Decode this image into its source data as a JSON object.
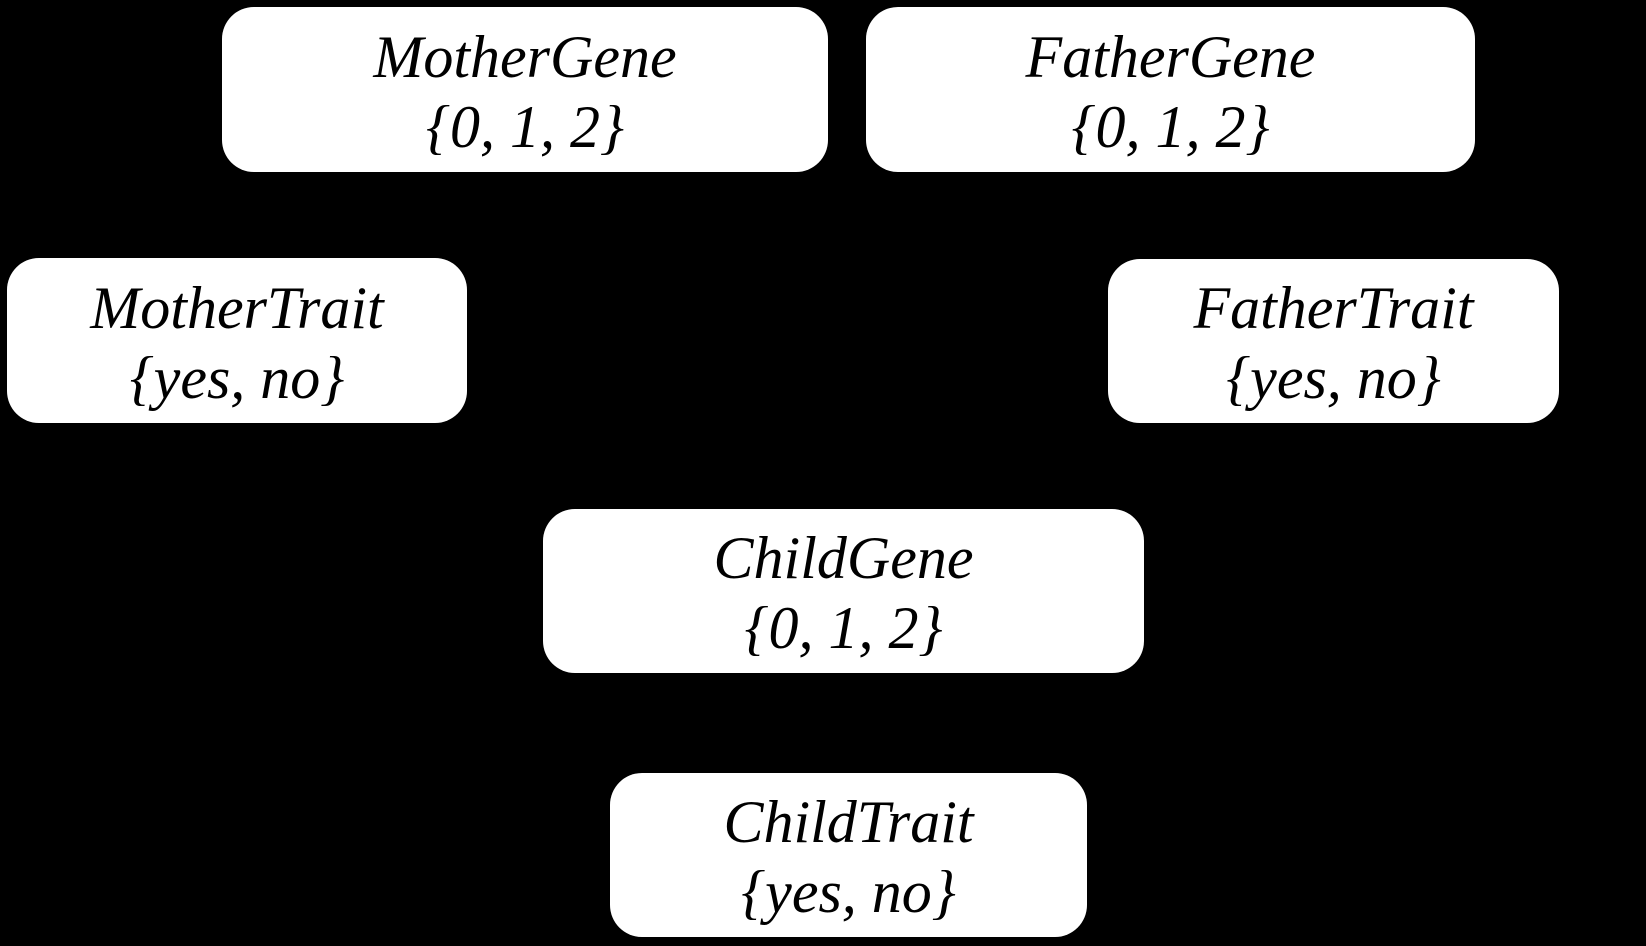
{
  "diagram": {
    "type": "bayesian-network",
    "background_color": "#000000",
    "node_fill_color": "#ffffff",
    "node_text_color": "#000000",
    "nodes": [
      {
        "name": "MotherGene",
        "domain": "{0, 1, 2}"
      },
      {
        "name": "FatherGene",
        "domain": "{0, 1, 2}"
      },
      {
        "name": "MotherTrait",
        "domain": "{yes, no}"
      },
      {
        "name": "FatherTrait",
        "domain": "{yes, no}"
      },
      {
        "name": "ChildGene",
        "domain": "{0, 1, 2}"
      },
      {
        "name": "ChildTrait",
        "domain": "{yes, no}"
      }
    ]
  }
}
